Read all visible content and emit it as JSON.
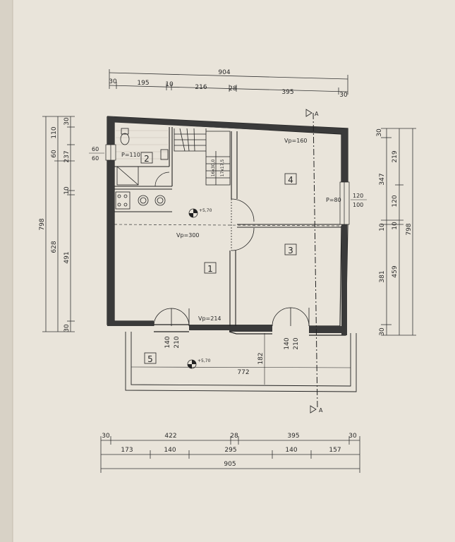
{
  "top_dims": {
    "total": "904",
    "segments": [
      "30",
      "195",
      "10",
      "216",
      "28",
      "395",
      "30"
    ]
  },
  "bottom_dims": {
    "row1": [
      "30",
      "422",
      "28",
      "395",
      "30"
    ],
    "row2": [
      "173",
      "140",
      "295",
      "140",
      "157"
    ],
    "total": "905"
  },
  "left_dims": {
    "outer": "798",
    "mid": [
      "628"
    ],
    "inner": [
      "30",
      "60",
      "110",
      "237",
      "10",
      "491",
      "30"
    ]
  },
  "right_dims": {
    "outer": "798",
    "mid": [
      "347",
      "10",
      "459"
    ],
    "inner": [
      "30",
      "219",
      "120",
      "10",
      "381",
      "30"
    ]
  },
  "window_labels": {
    "left_window": [
      "60",
      "60"
    ],
    "right_window": [
      "120",
      "100"
    ]
  },
  "rooms": {
    "r1": "1",
    "r2": "2",
    "r3": "3",
    "r4": "4",
    "r5": "5"
  },
  "labels": {
    "vp_300": "Vp=300",
    "vp_160": "Vp=160",
    "vp_214": "Vp=214",
    "p_110": "P=110",
    "p_80": "P=80",
    "level_1": "+5,70",
    "level_2": "+5,70",
    "stairs_1": "16x30,0",
    "stairs_2": "17x17,5",
    "door_1": [
      "140",
      "210"
    ],
    "door_2": [
      "140",
      "210"
    ],
    "terrace_width": "772",
    "terrace_depth": "182",
    "section_marker": "A"
  }
}
